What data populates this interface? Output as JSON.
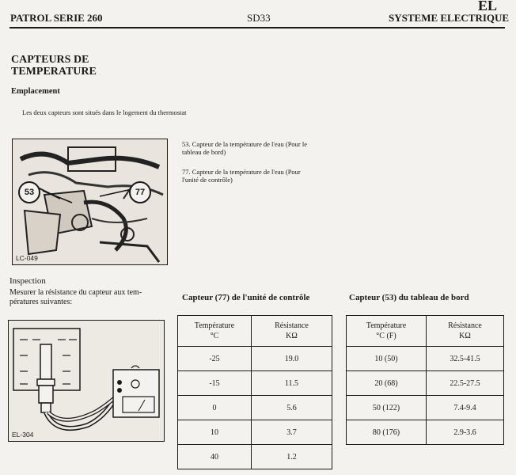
{
  "header": {
    "left": "PATROL SERIE 260",
    "center": "SD33",
    "right": "SYSTEME ELECTRIQUE",
    "badge": "EL"
  },
  "section": {
    "title_line1": "CAPTEURS DE",
    "title_line2": "TEMPERATURE",
    "emplacement_heading": "Emplacement",
    "emplacement_text": "Les deux capteurs sont situés dans le logement du thermostat"
  },
  "figure1": {
    "label": "LC-049",
    "callout_a": "53",
    "callout_b": "77"
  },
  "captions": {
    "item53_line1": "53. Capteur de la température de l'eau (Pour le",
    "item53_line2": "tableau de bord)",
    "item77_line1": "77. Capteur de la température de l'eau (Pour",
    "item77_line2": "l'unité de contrôle)"
  },
  "inspection": {
    "heading": "Inspection",
    "text_line1": "Mesurer la résistance du capteur aux tem-",
    "text_line2": "pératures suivantes:"
  },
  "figure2": {
    "label": "EL-304"
  },
  "table77": {
    "title": "Capteur (77) de l'unité de contrôle",
    "col1_line1": "Température",
    "col1_line2": "°C",
    "col2_line1": "Résistance",
    "col2_line2": "KΩ",
    "rows": [
      [
        "-25",
        "19.0"
      ],
      [
        "-15",
        "11.5"
      ],
      [
        "0",
        "5.6"
      ],
      [
        "10",
        "3.7"
      ],
      [
        "40",
        "1.2"
      ]
    ]
  },
  "table53": {
    "title": "Capteur (53) du tableau de bord",
    "col1_line1": "Température",
    "col1_line2": "°C (F)",
    "col2_line1": "Résistance",
    "col2_line2": "KΩ",
    "rows": [
      [
        "10 (50)",
        "32.5-41.5"
      ],
      [
        "20 (68)",
        "22.5-27.5"
      ],
      [
        "50 (122)",
        "7.4-9.4"
      ],
      [
        "80 (176)",
        "2.9-3.6"
      ]
    ]
  }
}
